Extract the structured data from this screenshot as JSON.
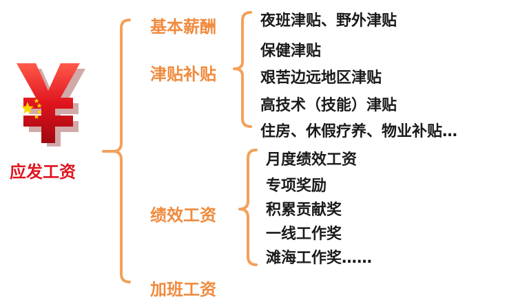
{
  "root": {
    "label": "应发工资",
    "icon": "yuan-symbol-with-stars-icon"
  },
  "categories": [
    {
      "label": "基本薪酬"
    },
    {
      "label": "津贴补贴"
    },
    {
      "label": "绩效工资"
    },
    {
      "label": "加班工资"
    }
  ],
  "allowance_items": [
    "夜班津贴、野外津贴",
    "保健津贴",
    "艰苦边远地区津贴",
    "高技术（技能）津贴",
    "住房、休假疗养、物业补贴…"
  ],
  "performance_items": [
    "月度绩效工资",
    "专项奖励",
    "积累贡献奖",
    "一线工作奖",
    "滩海工作奖……"
  ],
  "colors": {
    "bracket": "#f4a05a",
    "category_text": "#f08a3c",
    "root_text": "#e0141e",
    "item_text": "#1a1a1a",
    "yuan": "#e0141e",
    "stars": "#ffd400"
  }
}
